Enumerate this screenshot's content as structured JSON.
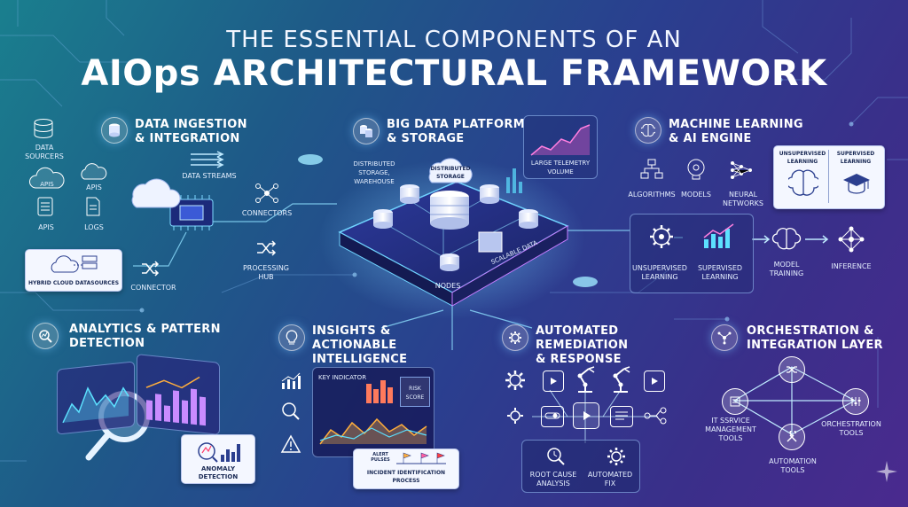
{
  "title": {
    "line1": "THE ESSENTIAL COMPONENTS OF AN",
    "line2": "AIOps ARCHITECTURAL FRAMEWORK"
  },
  "colors": {
    "accent_cyan": "#5ce1ff",
    "accent_pink": "#ff5fd2",
    "accent_orange": "#ffae3c",
    "panel_blue": "#2a3f8f"
  },
  "data_ingestion": {
    "title": "DATA INGESTION\n& INTEGRATION",
    "labels": {
      "data_sources": "DATA\nSOURCERS",
      "apis_1": "APIS",
      "apis_2": "APIs",
      "apis_3": "APIs",
      "logs": "LOGS",
      "data_streams": "DATA STREAMS",
      "connectors": "CONNECTORS",
      "processing_hub": "PROCESSING\nHUB",
      "connector": "CONNECTOR",
      "hybrid_cloud": "HYBRID CLOUD DATASOURCES"
    }
  },
  "big_data": {
    "title": "BIG DATA PLATFORM\n& STORAGE",
    "labels": {
      "distributed_warehouse": "DISTRIBUTED\nSTORAGE,\nWAREHOUSE",
      "distributed_storage": "DISTRIBUTED\nSTORAGE",
      "telemetry": "LARGE telemetry\nVOLUME",
      "nodes": "NODES",
      "scalable": "SCALABLE DATA"
    }
  },
  "ml_engine": {
    "title": "MACHINE LEARNING\n& AI ENGINE",
    "labels": {
      "algorithms": "ALGORITHMS",
      "models": "MODELS",
      "neural": "NEURAL\nNETWORKS",
      "unsup_top": "UNSUPERVISED\nLEARNING",
      "sup_top": "SUPERVISED\nLEARNING",
      "unsupervised": "UNSUPERVISED\nLEARNING",
      "supervised": "SUPERVISED\nLEARNING",
      "training": "MODEL\nTRAINING",
      "inference": "INFERENCE"
    }
  },
  "analytics": {
    "title": "ANALYTICS & PATTERN\nDETECTION",
    "labels": {
      "anomaly": "ANOMALY\nDETECTION"
    }
  },
  "insights": {
    "title": "INSIGHTS &\nACTIONABLE\nINTELLIGENCE",
    "labels": {
      "key_indicator": "KEY INDICATOR",
      "risk_score": "RISK\nSCORE",
      "alert_pulse": "ALERT\nPULSES",
      "incident": "INCIDENT IDENTIFICATION\nPROCESS"
    }
  },
  "remediation": {
    "title": "AUTOMATED\nREMEDIATION\n& RESPONSE",
    "labels": {
      "root_cause": "ROOT CAUSE\nANALYSIS",
      "automated_fix": "AUTOMATED\nFIX"
    }
  },
  "orchestration": {
    "title": "ORCHESTRATION &\nINTEGRATION LAYER",
    "labels": {
      "itsm": "IT SSRVICE\nMANAGEMENT\nTOOLS",
      "orch_tools": "ORCHESTRATION\nTOOLS",
      "automation_tools": "AUTOMATION\nTOOLS"
    }
  }
}
